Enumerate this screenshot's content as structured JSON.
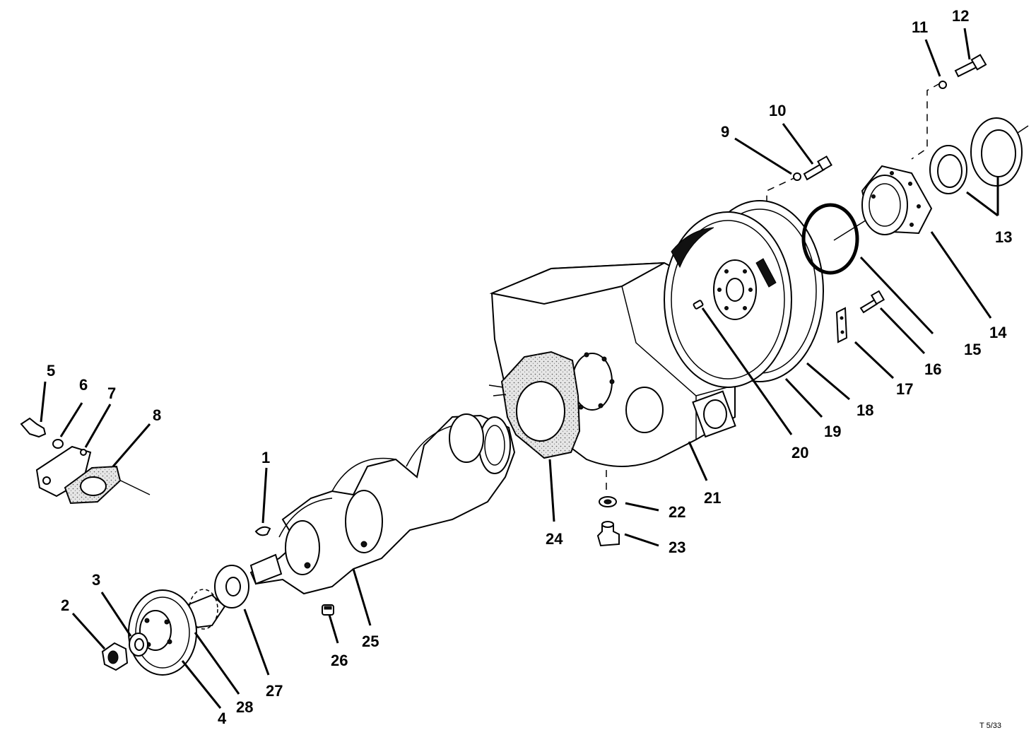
{
  "diagram": {
    "corner_note": "T 5/33",
    "callouts": [
      {
        "id": "1",
        "text": "1"
      },
      {
        "id": "2",
        "text": "2"
      },
      {
        "id": "3",
        "text": "3"
      },
      {
        "id": "4",
        "text": "4"
      },
      {
        "id": "5",
        "text": "5"
      },
      {
        "id": "6",
        "text": "6"
      },
      {
        "id": "7",
        "text": "7"
      },
      {
        "id": "8",
        "text": "8"
      },
      {
        "id": "9",
        "text": "9"
      },
      {
        "id": "10",
        "text": "10"
      },
      {
        "id": "11",
        "text": "11"
      },
      {
        "id": "12",
        "text": "12"
      },
      {
        "id": "13",
        "text": "13"
      },
      {
        "id": "14",
        "text": "14"
      },
      {
        "id": "15",
        "text": "15"
      },
      {
        "id": "16",
        "text": "16"
      },
      {
        "id": "17",
        "text": "17"
      },
      {
        "id": "18",
        "text": "18"
      },
      {
        "id": "19",
        "text": "19"
      },
      {
        "id": "20",
        "text": "20"
      },
      {
        "id": "21",
        "text": "21"
      },
      {
        "id": "22",
        "text": "22"
      },
      {
        "id": "23",
        "text": "23"
      },
      {
        "id": "24",
        "text": "24"
      },
      {
        "id": "25",
        "text": "25"
      },
      {
        "id": "26",
        "text": "26"
      },
      {
        "id": "27",
        "text": "27"
      },
      {
        "id": "28",
        "text": "28"
      }
    ]
  }
}
